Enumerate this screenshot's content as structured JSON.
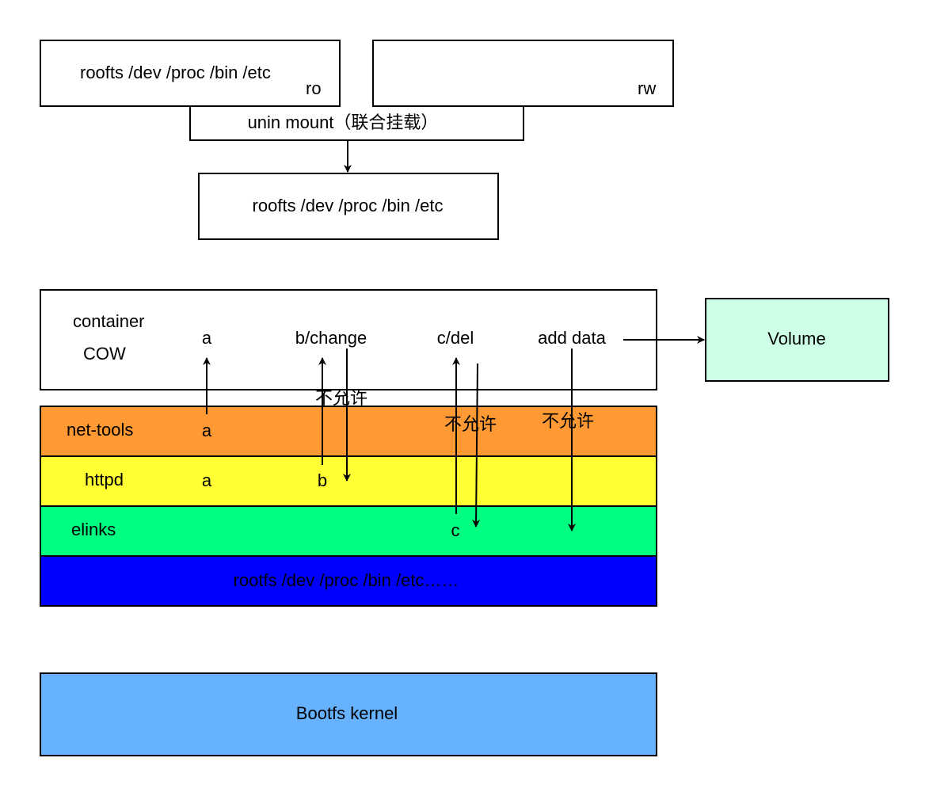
{
  "union": {
    "ro_box": {
      "content": "roofts /dev /proc /bin /etc",
      "tag": "ro"
    },
    "rw_box": {
      "tag": "rw"
    },
    "mount_label": "unin mount（联合挂载）",
    "result_box": "roofts /dev /proc /bin /etc"
  },
  "container": {
    "label": "container",
    "cow": "COW",
    "items": {
      "a": "a",
      "b_change": "b/change",
      "c_del": "c/del",
      "add_data": "add data"
    }
  },
  "volume": {
    "label": "Volume",
    "fill": "#ccffe6"
  },
  "layers": [
    {
      "name": "net-tools",
      "fill": "#ff9933",
      "item": "a"
    },
    {
      "name": "httpd",
      "fill": "#ffff33",
      "item_a": "a",
      "item_b": "b"
    },
    {
      "name": "elinks",
      "fill": "#00ff80",
      "item": "c"
    },
    {
      "name": "rootfs /dev /proc /bin /etc……",
      "fill": "#0000ff"
    }
  ],
  "denied": [
    "不允许",
    "不允许",
    "不允许"
  ],
  "bootfs": {
    "label": "Bootfs kernel",
    "fill": "#66b2ff"
  }
}
